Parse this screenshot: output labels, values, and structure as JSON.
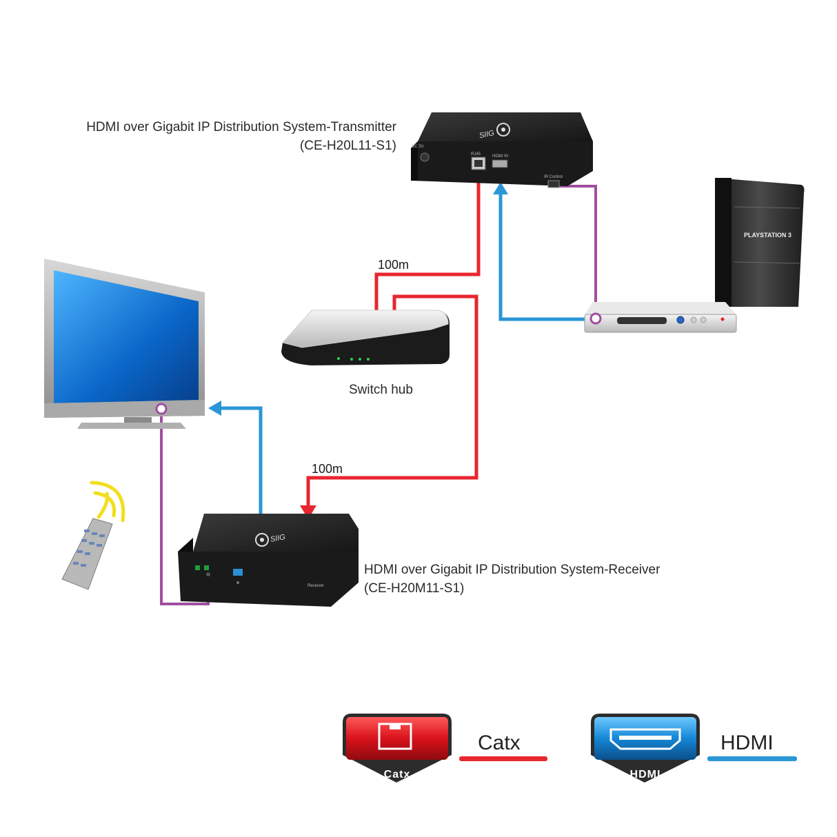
{
  "transmitter": {
    "title": "HDMI over Gigabit IP Distribution System-Transmitter",
    "model": "(CE-H20L11-S1)"
  },
  "receiver": {
    "title": "HDMI over Gigabit IP Distribution System-Receiver",
    "model": "(CE-H20M11-S1)"
  },
  "switch": {
    "label": "Switch hub"
  },
  "distances": {
    "upper": "100m",
    "lower": "100m"
  },
  "brand": "SIIG",
  "console": {
    "label": "PLAYSTATION 3"
  },
  "legend": {
    "catx": {
      "badge": "Catx",
      "label": "Catx"
    },
    "hdmi": {
      "badge": "HDMI",
      "label": "HDMI"
    }
  },
  "colors": {
    "catx": "#e8262f",
    "hdmi": "#2a96d6",
    "ir": "#a04ea0"
  }
}
